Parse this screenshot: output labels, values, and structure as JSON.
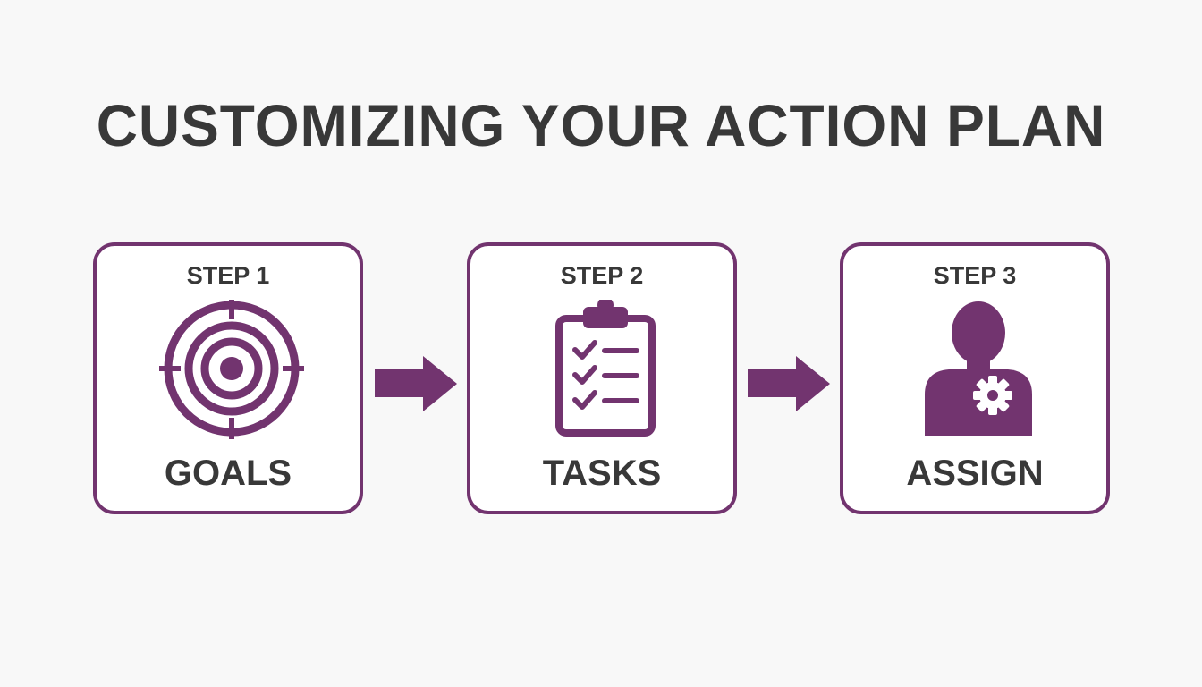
{
  "title": "CUSTOMIZING YOUR ACTION PLAN",
  "accent_color": "#72346f",
  "text_color": "#383838",
  "steps": [
    {
      "label": "STEP 1",
      "name": "GOALS",
      "icon": "target-icon"
    },
    {
      "label": "STEP 2",
      "name": "TASKS",
      "icon": "clipboard-checklist-icon"
    },
    {
      "label": "STEP 3",
      "name": "ASSIGN",
      "icon": "person-gear-icon"
    }
  ]
}
